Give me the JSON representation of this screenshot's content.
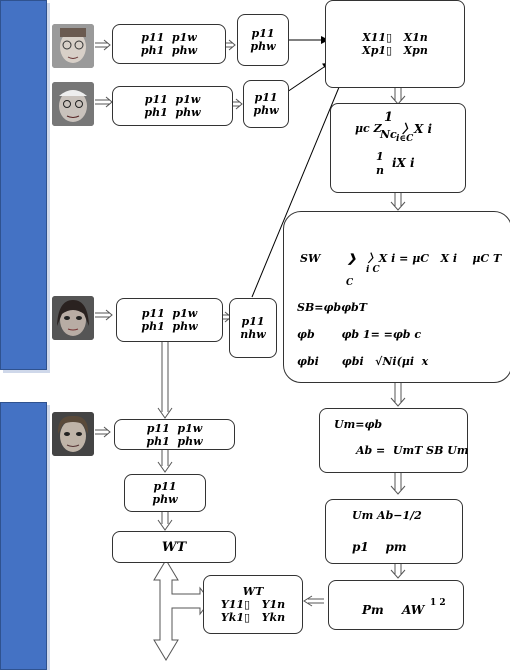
{
  "row1": {
    "small": [
      "p11  p1w",
      "ph1  phw"
    ],
    "single": [
      "p11",
      "phw"
    ]
  },
  "row2": {
    "small": [
      "p11  p1w",
      "ph1  phw"
    ],
    "single": [
      "p11",
      "phw"
    ]
  },
  "row3": {
    "small": [
      "p11  p1w",
      "ph1  phw"
    ],
    "single": [
      "p11",
      "nhw"
    ]
  },
  "row4": {
    "small": [
      "p11  p1w",
      "ph1  phw"
    ],
    "single": [
      "p11",
      "phw"
    ]
  },
  "matrix_x": [
    "X11▯   X1n",
    "Xp1▯   Xpn"
  ],
  "mean": {
    "l1": "μc Z",
    "frac_num": "1",
    "frac_den": "Nc",
    "sum": "〉X i",
    "sub": "i∈C",
    "l2_num": "1",
    "l2_den": "n",
    "l2_rest": "iX i"
  },
  "scatter": {
    "l1": "SW       ❯   〉X i = μC   X i    μC T",
    "l1_sub": "i C",
    "l1_c": "C",
    "l2": "SB=φbφbT",
    "l3": "φb       φb 1= =φb c",
    "l4": "φbi      φbi   √Ni(μi  x"
  },
  "eig": {
    "l1": "Um=φb",
    "l2": "Ab =  UmT SB Um"
  },
  "whiten": {
    "l1": "Um Ab−1/2",
    "l2": "p1    pm"
  },
  "proj": {
    "p": "Pm",
    "a": "AW",
    "exp": "1 2"
  },
  "wt_box": "WT",
  "out": {
    "wt": "WT",
    "l1": "Y11▯   Y1n",
    "l2": "Yk1▯   Ykn"
  }
}
